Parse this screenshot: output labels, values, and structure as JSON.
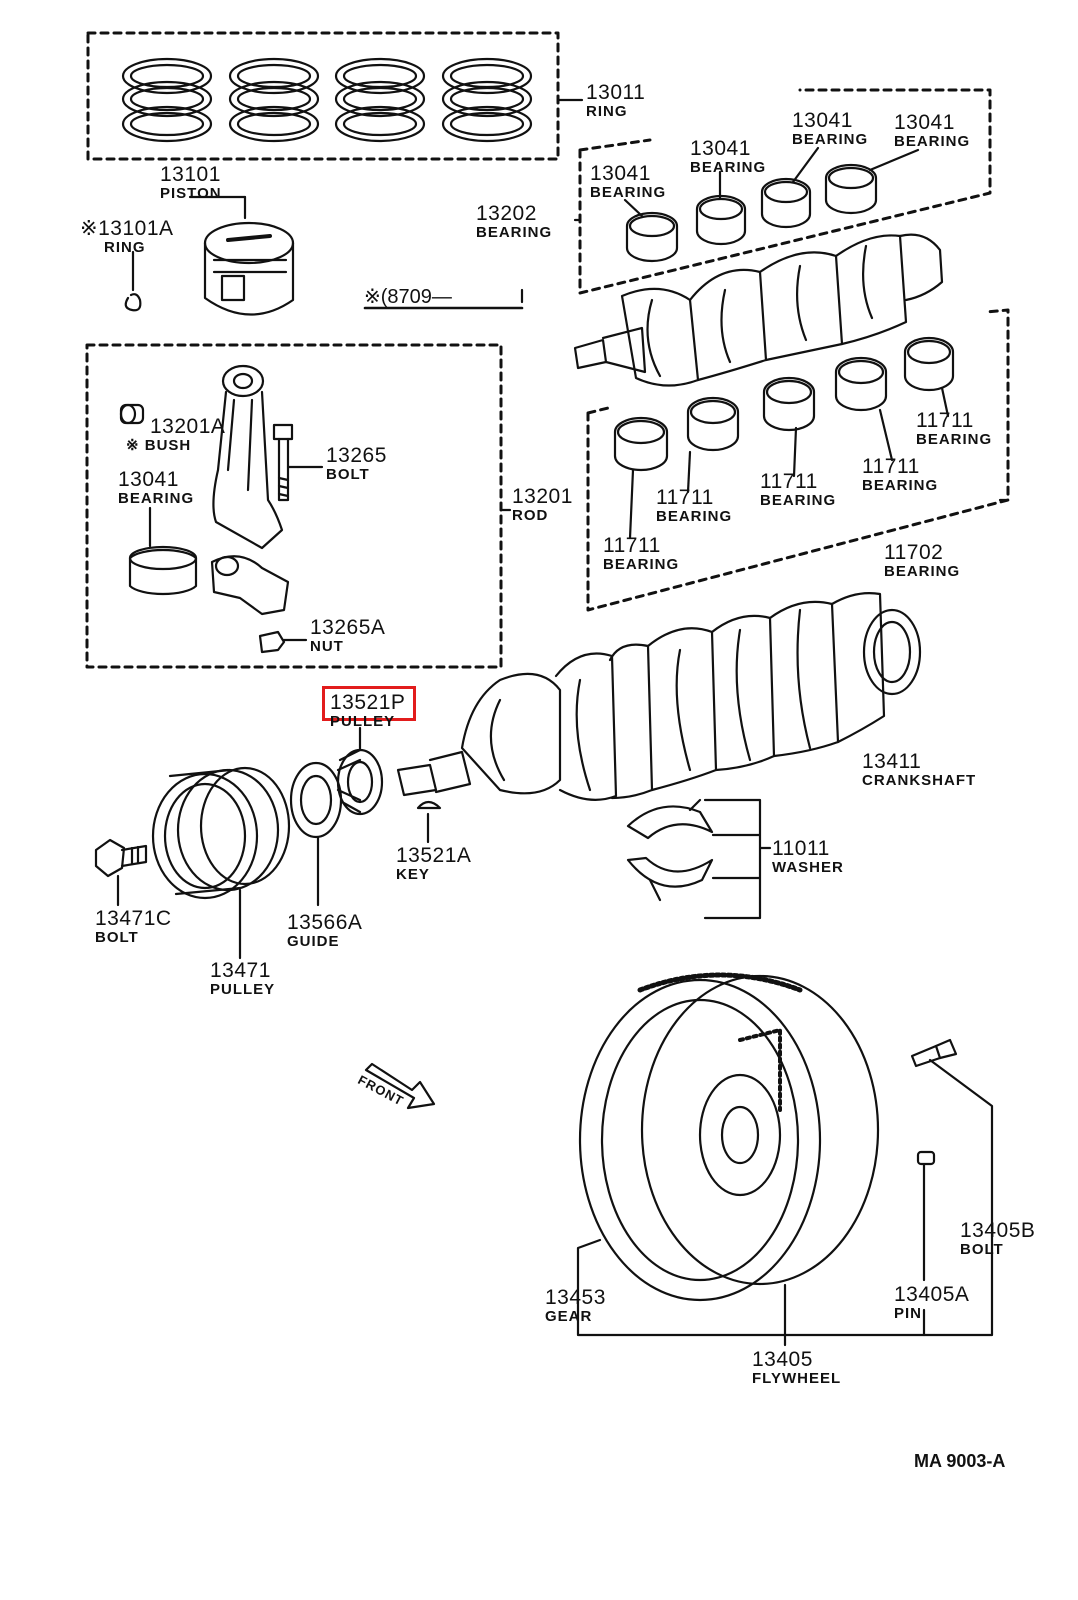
{
  "highlight_color": "#e21c1c",
  "line_color": "#111111",
  "parts": [
    {
      "key": "ring_set",
      "number": "13011",
      "name": "RING"
    },
    {
      "key": "piston",
      "number": "13101",
      "name": "PISTON"
    },
    {
      "key": "piston_ring_clip",
      "number": "※13101A",
      "name": "RING"
    },
    {
      "key": "rod_main_bearing_set",
      "number": "13202",
      "name": "BEARING"
    },
    {
      "key": "brg_a",
      "number": "13041",
      "name": "BEARING"
    },
    {
      "key": "brg_b",
      "number": "13041",
      "name": "BEARING"
    },
    {
      "key": "brg_c",
      "number": "13041",
      "name": "BEARING"
    },
    {
      "key": "brg_d",
      "number": "13041",
      "name": "BEARING"
    },
    {
      "key": "bush",
      "number": "13201A",
      "name": "※ BUSH"
    },
    {
      "key": "rod_bolt",
      "number": "13265",
      "name": "BOLT"
    },
    {
      "key": "rod_bearing",
      "number": "13041",
      "name": "BEARING"
    },
    {
      "key": "rod",
      "number": "13201",
      "name": "ROD"
    },
    {
      "key": "rod_nut",
      "number": "13265A",
      "name": "NUT"
    },
    {
      "key": "main_a",
      "number": "11711",
      "name": "BEARING"
    },
    {
      "key": "main_b",
      "number": "11711",
      "name": "BEARING"
    },
    {
      "key": "main_c",
      "number": "11711",
      "name": "BEARING"
    },
    {
      "key": "main_d",
      "number": "11711",
      "name": "BEARING"
    },
    {
      "key": "main_e",
      "number": "11711",
      "name": "BEARING"
    },
    {
      "key": "main_set",
      "number": "11702",
      "name": "BEARING"
    },
    {
      "key": "timing_pulley",
      "number": "13521P",
      "name": "PULLEY",
      "highlighted": true
    },
    {
      "key": "crankshaft",
      "number": "13411",
      "name": "CRANKSHAFT"
    },
    {
      "key": "key",
      "number": "13521A",
      "name": "KEY"
    },
    {
      "key": "washer",
      "number": "11011",
      "name": "WASHER"
    },
    {
      "key": "pulley_bolt",
      "number": "13471C",
      "name": "BOLT"
    },
    {
      "key": "guide",
      "number": "13566A",
      "name": "GUIDE"
    },
    {
      "key": "crank_pulley",
      "number": "13471",
      "name": "PULLEY"
    },
    {
      "key": "flywheel_bolt",
      "number": "13405B",
      "name": "BOLT"
    },
    {
      "key": "ring_gear",
      "number": "13453",
      "name": "GEAR"
    },
    {
      "key": "pin",
      "number": "13405A",
      "name": "PIN"
    },
    {
      "key": "flywheel",
      "number": "13405",
      "name": "FLYWHEEL"
    }
  ],
  "reference_note": "※(8709—",
  "front_label": "FRONT",
  "figure_code": "MA  9003-A"
}
